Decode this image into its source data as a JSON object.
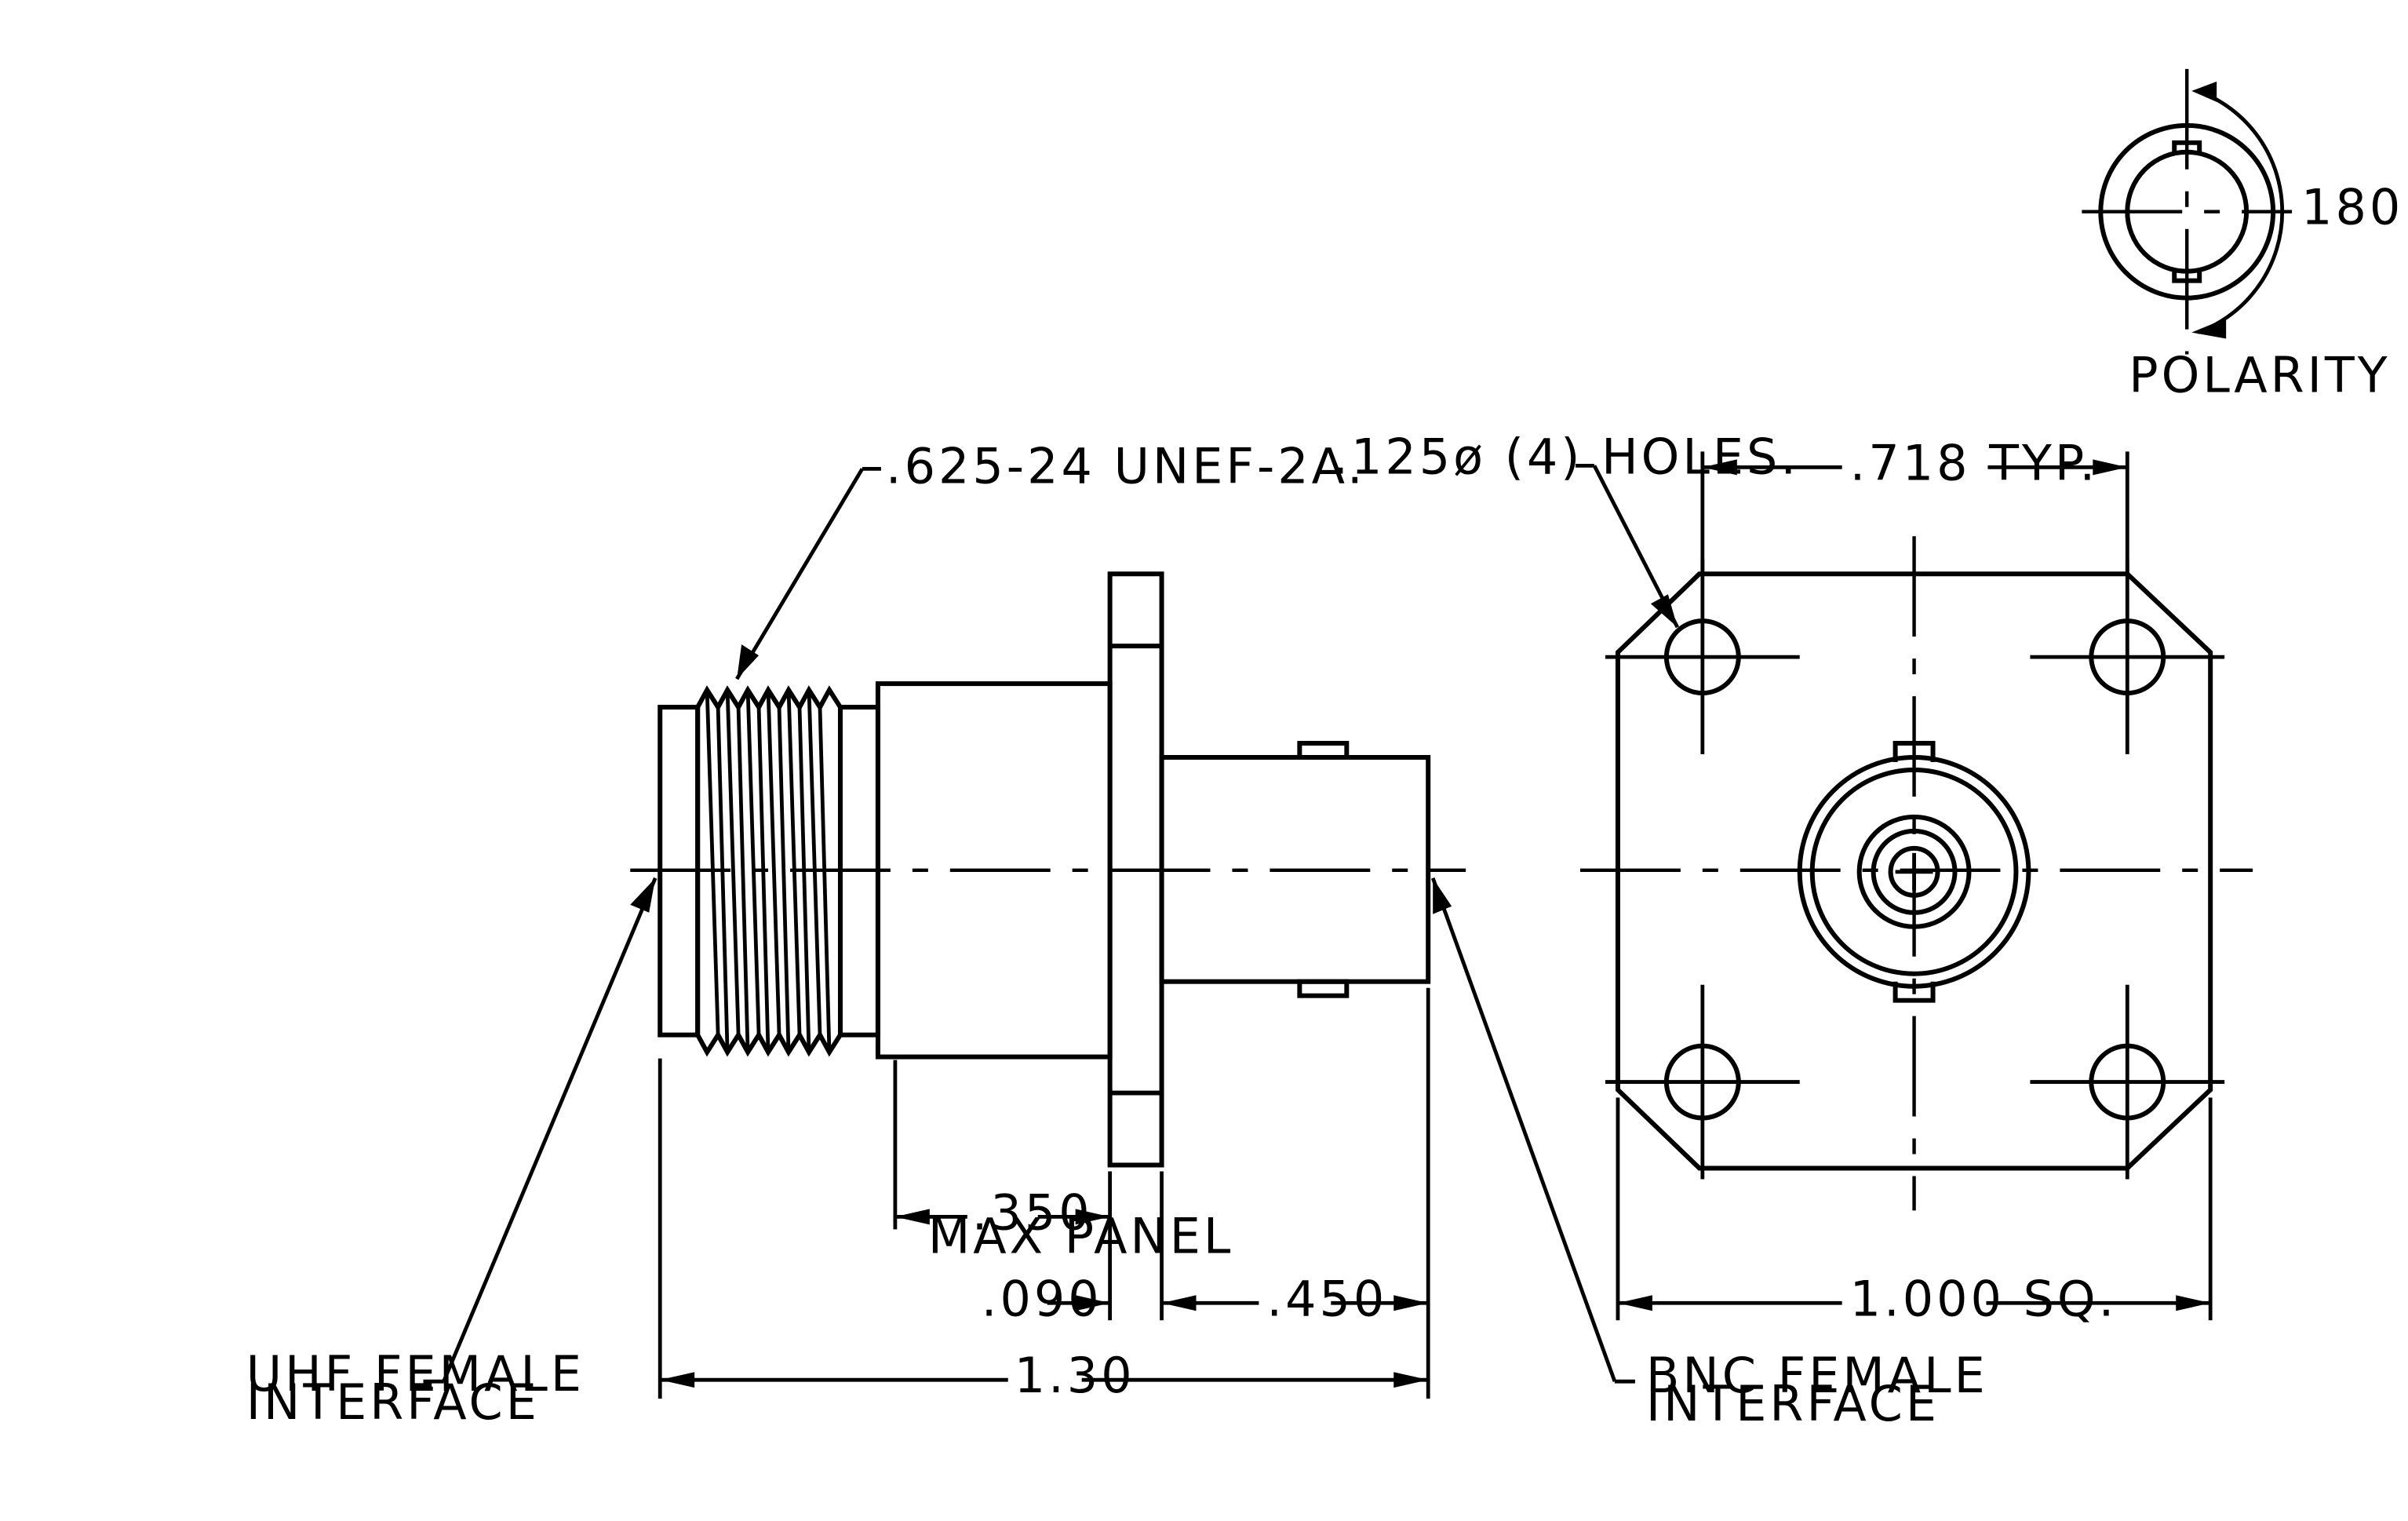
{
  "labels": {
    "polarity": "POLARITY",
    "angle": "180°",
    "thread": ".625-24 UNEF-2A.",
    "holes": ".125ø (4) HOLES.",
    "hole_spacing": ".718 TYP.",
    "max_panel_value": ".350",
    "max_panel_text": "MAX PANEL",
    "flange_thickness": ".090",
    "bnc_length": ".450",
    "overall_length": "1.30",
    "flange_square": "1.000 SQ.",
    "uhf_line1": "UHF FEMALE",
    "uhf_line2": "INTERFACE",
    "bnc_line1": "BNC FEMALE",
    "bnc_line2": "INTERFACE"
  }
}
